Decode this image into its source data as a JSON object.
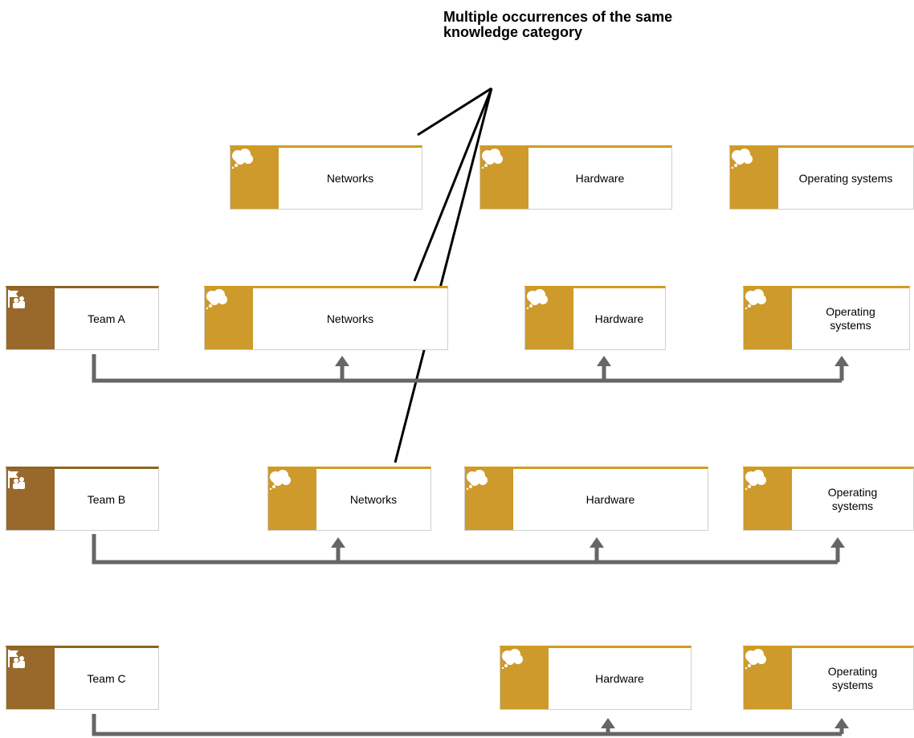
{
  "annotation": "Multiple occurrences of the same knowledge category",
  "legend_row": {
    "nodes": [
      {
        "label": "Networks",
        "icon": "thought-cloud-icon"
      },
      {
        "label": "Hardware",
        "icon": "thought-cloud-icon"
      },
      {
        "label": "Operating systems",
        "icon": "thought-cloud-icon"
      }
    ]
  },
  "rows": [
    {
      "team": {
        "label": "Team A",
        "icon": "team-icon"
      },
      "categories": [
        {
          "label": "Networks",
          "icon": "thought-cloud-icon"
        },
        {
          "label": "Hardware",
          "icon": "thought-cloud-icon"
        },
        {
          "label": "Operating\nsystems",
          "icon": "thought-cloud-icon"
        }
      ]
    },
    {
      "team": {
        "label": "Team B",
        "icon": "team-icon"
      },
      "categories": [
        {
          "label": "Networks",
          "icon": "thought-cloud-icon"
        },
        {
          "label": "Hardware",
          "icon": "thought-cloud-icon"
        },
        {
          "label": "Operating\nsystems",
          "icon": "thought-cloud-icon"
        }
      ]
    },
    {
      "team": {
        "label": "Team C",
        "icon": "team-icon"
      },
      "categories": [
        {
          "label": "Hardware",
          "icon": "thought-cloud-icon"
        },
        {
          "label": "Operating\nsystems",
          "icon": "thought-cloud-icon"
        }
      ]
    }
  ],
  "colors": {
    "category": "#cd9a2b",
    "team": "#98692a",
    "connector": "#666666",
    "callout": "#000000"
  }
}
